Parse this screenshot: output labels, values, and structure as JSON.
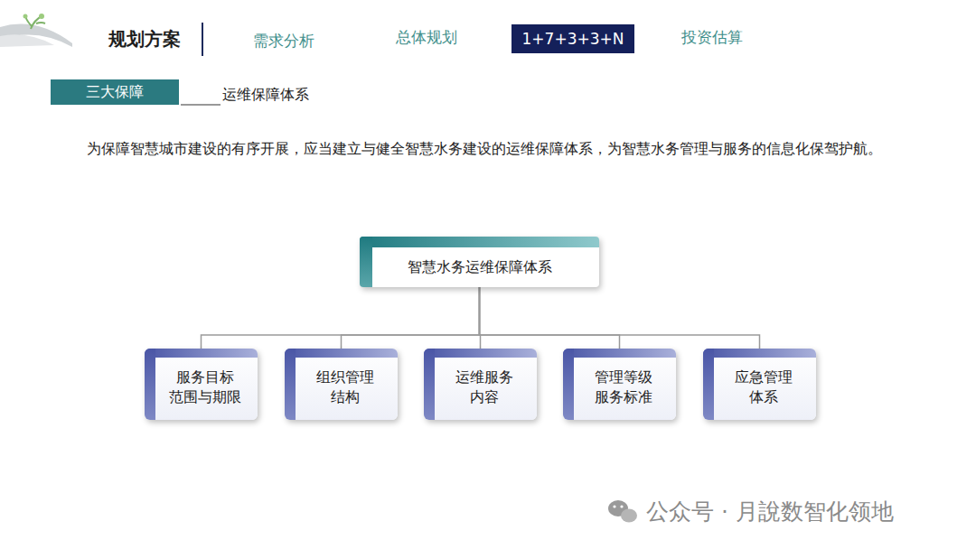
{
  "diagram": {
    "nodes": [
      {
        "text": [
          "1+7+3+3+N"
        ]
      },
      {
        "text": [
          "三大保障"
        ]
      },
      {
        "text": [
          "智慧水务运维保障体系"
        ]
      },
      {
        "text": [
          "服务目标 范围与期限"
        ]
      },
      {
        "text": [
          "组织管理 结构"
        ]
      },
      {
        "text": [
          "运维服务 内容"
        ]
      },
      {
        "text": [
          "管理等级 服务标准"
        ]
      },
      {
        "text": [
          "应急管理 体系"
        ]
      }
    ],
    "edges": [
      {
        "from": 2,
        "to": 3,
        "arrow": "none"
      },
      {
        "from": 2,
        "to": 4,
        "arrow": "none"
      },
      {
        "from": 2,
        "to": 5,
        "arrow": "none"
      },
      {
        "from": 2,
        "to": 6,
        "arrow": "none"
      },
      {
        "from": 2,
        "to": 7,
        "arrow": "none"
      }
    ],
    "labels": [
      "规划方案",
      "需求分析",
      "总体规划",
      "投资估算",
      "运维保障体系",
      "为保障智慧城市建设的有序开展，应当建立与健全智慧水务建设的运维保障体系，为智慧水务管理与服务的信息化保驾护航。",
      "公众号 · 月說数智化领地"
    ]
  }
}
